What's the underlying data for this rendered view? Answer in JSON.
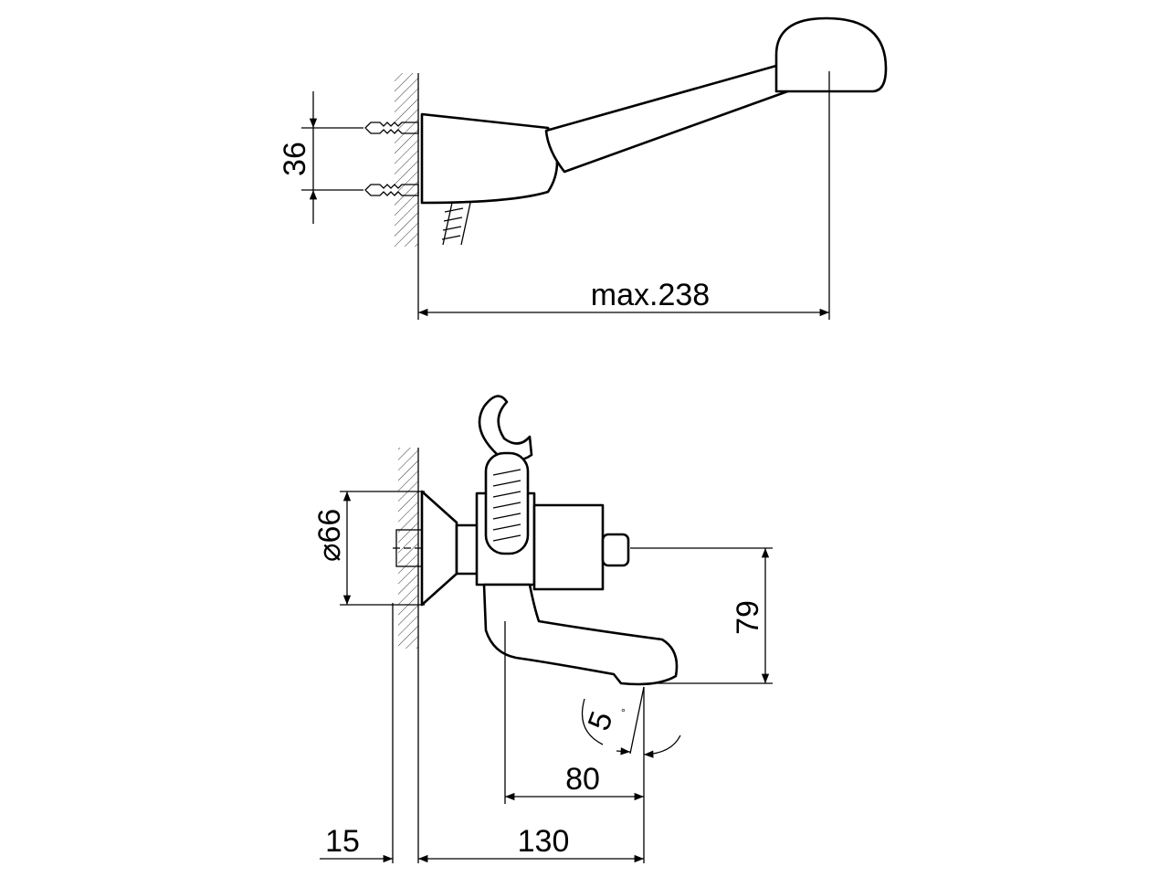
{
  "drawing": {
    "top_view": {
      "dim_screw_spacing": "36",
      "dim_max_reach": "max.238"
    },
    "side_view": {
      "dim_flange_diameter": "66",
      "diameter_symbol": "⌀",
      "dim_spout_height": "79",
      "dim_angle": "5",
      "degree_symbol": "°",
      "dim_spout_offset": "80",
      "dim_wall_thickness": "15",
      "dim_projection": "130"
    },
    "colors": {
      "line": "#000000",
      "background": "#ffffff"
    }
  }
}
